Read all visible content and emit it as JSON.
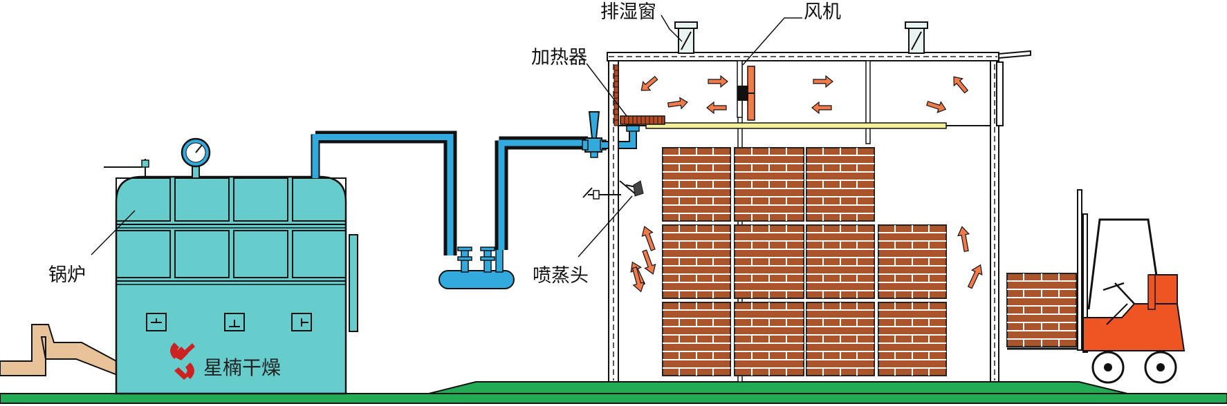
{
  "labels": {
    "boiler": "锅炉",
    "vent": "排湿窗",
    "fan": "风机",
    "heater": "加热器",
    "steam_nozzle": "喷蒸头"
  },
  "brand": {
    "name": "星楠干燥"
  },
  "colors": {
    "boiler": "#66cccc",
    "pipe": "#33aadd",
    "ground": "#22aa55",
    "lumber": "#a9542a",
    "arrow": "#f07a48",
    "forklift": "#ee5522",
    "duct": "#e8c39a",
    "heater": "#b64a22",
    "logo": "#cc2222"
  },
  "icons": {
    "logo": "xingnan-logo-icon",
    "gauge": "pressure-gauge-icon",
    "fan": "fan-icon"
  }
}
